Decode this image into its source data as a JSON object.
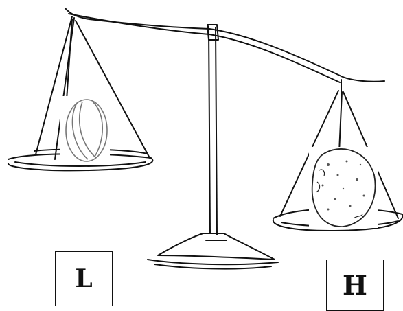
{
  "labels": {
    "left_pan": "L",
    "right_pan": "H"
  },
  "colors": {
    "line": "#111111",
    "ball_outline": "#777777",
    "stone_outline": "#222222",
    "background": "#ffffff"
  },
  "objects": {
    "left_pan_item": "ball",
    "right_pan_item": "stone"
  }
}
